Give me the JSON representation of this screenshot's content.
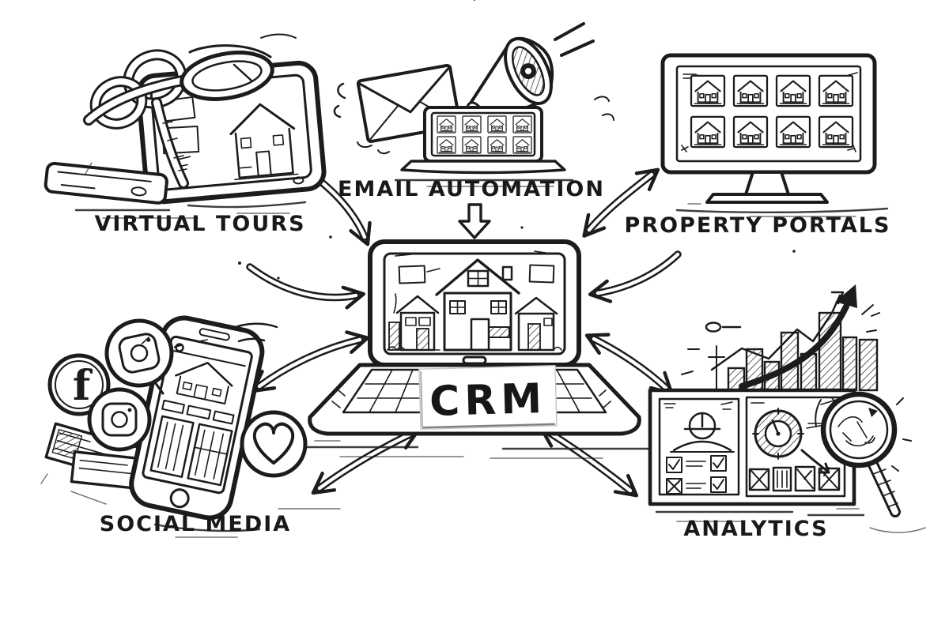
{
  "diagram": {
    "background_color": "#ffffff",
    "ink_color": "#1c1c1c",
    "style": "hand-drawn sketch, black ink on white",
    "center": {
      "id": "crm",
      "label": "CRM",
      "icon": "laptop-house-listing-icon",
      "description": "Laptop with a house illustration on screen and CRM written on a card over the keyboard"
    },
    "nodes": [
      {
        "id": "virtual-tours",
        "label": "VIRTUAL TOURS",
        "position": "top-left",
        "icon": "vr-headset-tablet-icon"
      },
      {
        "id": "email-automation",
        "label": "EMAIL AUTOMATION",
        "position": "top-center",
        "icon": "envelope-megaphone-laptop-icon"
      },
      {
        "id": "property-portals",
        "label": "PROPERTY PORTALS",
        "position": "top-right",
        "icon": "desktop-monitor-listings-icon"
      },
      {
        "id": "social-media",
        "label": "SOCIAL MEDIA",
        "position": "bottom-left",
        "icon": "smartphone-social-icons-icon"
      },
      {
        "id": "analytics",
        "label": "ANALYTICS",
        "position": "bottom-right",
        "icon": "dashboard-chart-magnifier-icon"
      }
    ],
    "social_icons": [
      "facebook-icon",
      "instagram-icon",
      "instagram-icon",
      "heart-like-icon"
    ],
    "connections": [
      {
        "from": "virtual-tours",
        "to": "crm",
        "arrow": "double-headed-curved"
      },
      {
        "from": "virtual-tours",
        "to": "crm",
        "arrow": "single-headed-curved"
      },
      {
        "from": "email-automation",
        "to": "crm",
        "arrow": "block-down-arrow"
      },
      {
        "from": "property-portals",
        "to": "crm",
        "arrow": "double-headed-curved"
      },
      {
        "from": "property-portals",
        "to": "crm",
        "arrow": "single-headed-curved"
      },
      {
        "from": "social-media",
        "to": "crm",
        "arrow": "double-headed-curved"
      },
      {
        "from": "social-media",
        "to": "crm",
        "arrow": "double-headed-curved"
      },
      {
        "from": "analytics",
        "to": "crm",
        "arrow": "double-headed-curved"
      },
      {
        "from": "analytics",
        "to": "crm",
        "arrow": "double-headed-curved"
      }
    ]
  }
}
